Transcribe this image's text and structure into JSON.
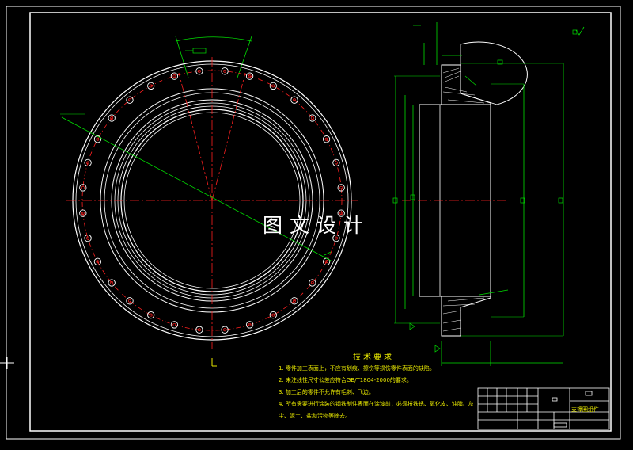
{
  "watermark": "图文设计",
  "tech_requirements": {
    "title": "技术要求",
    "items": [
      "1. 零件加工表面上，不应有划痕、擦伤等损伤零件表面的缺陷。",
      "2. 未注线性尺寸公差应符合GB/T1804-2000的要求。",
      "3. 加工后的零件不允许有毛刺、飞边。",
      "4. 所有需要进行涂装的钢铁制件表面在涂漆前，必须将铁锈、氧化皮、油脂、灰",
      "尘、泥土、盐和污物等除去。"
    ]
  },
  "title_block": {
    "part_name": "支撑圈组件"
  },
  "colors": {
    "background": "#000000",
    "outline": "#ffffff",
    "center_line": "#ff2020",
    "dimension": "#00e000",
    "text": "#e8e800",
    "hole": "#ff2020",
    "section_hatch": "#ffffff"
  }
}
